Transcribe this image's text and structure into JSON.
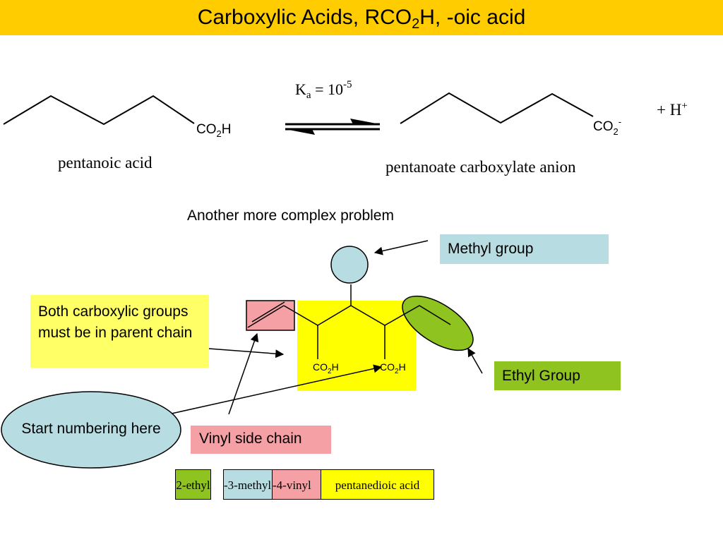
{
  "title": {
    "prefix": "Carboxylic Acids, RCO",
    "sub": "2",
    "suffix": "H, -oic acid"
  },
  "colors": {
    "title_bar": "#ffcc00",
    "methyl": "#b7dde2",
    "ethyl": "#8fc31f",
    "vinyl": "#f4a0a4",
    "parent": "#ffff00",
    "parent_box": "#ffff66"
  },
  "reaction": {
    "reactant_group": {
      "main": "CO",
      "sub": "2",
      "tail": "H"
    },
    "reactant_name": "pentanoic acid",
    "ka": {
      "k": "K",
      "sub": "a",
      "eq": " = 10",
      "sup": "-5"
    },
    "product_group": {
      "main": "CO",
      "sub": "2",
      "sup": "-"
    },
    "proton": {
      "text": "+ H",
      "sup": "+"
    },
    "product_name": "pentanoate carboxylate anion"
  },
  "complex": {
    "heading": "Another more complex problem",
    "methyl_label": "Methyl group",
    "ethyl_label": "Ethyl Group",
    "vinyl_label": "Vinyl side chain",
    "parent_note": "Both carboxylic groups must be in parent chain",
    "start_label": "Start numbering here",
    "group1": {
      "main": "CO",
      "sub": "2",
      "tail": "H"
    },
    "group2": {
      "main": "CO",
      "sub": "2",
      "tail": "H"
    }
  },
  "name_parts": {
    "ethyl": "2-ethyl",
    "methyl": "-3-methyl",
    "vinyl": "-4-vinyl",
    "parent": "pentanedioic acid"
  }
}
